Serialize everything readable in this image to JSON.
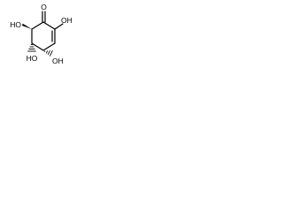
{
  "molecule": {
    "labels": {
      "carbonyl_o": "O",
      "oh_top_right": "OH",
      "oh_left": "HO",
      "oh_bottom_left": "HO",
      "oh_bottom_right": "OH"
    }
  },
  "colors": {
    "bond": "#000000",
    "label": "#000000",
    "background": "#ffffff"
  }
}
